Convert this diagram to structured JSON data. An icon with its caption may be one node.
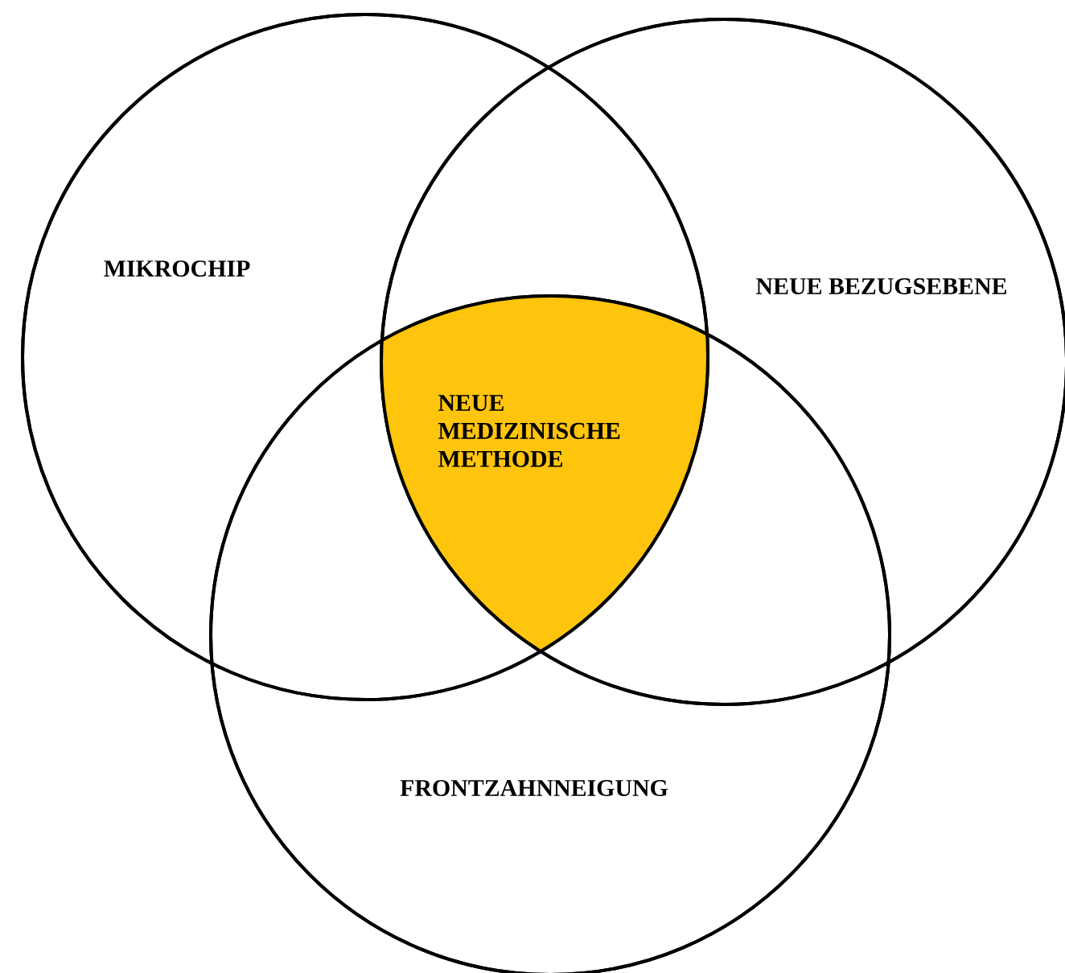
{
  "diagram": {
    "nodes": [
      {
        "text": [
          "MIKROCHIP"
        ]
      },
      {
        "text": [
          "NEUE BEZUGSEBENE"
        ]
      },
      {
        "text": [
          "FRONTZAHNNEIGUNG"
        ]
      },
      {
        "text": [
          "NEUE MEDIZINISCHE METHODE"
        ]
      }
    ]
  }
}
